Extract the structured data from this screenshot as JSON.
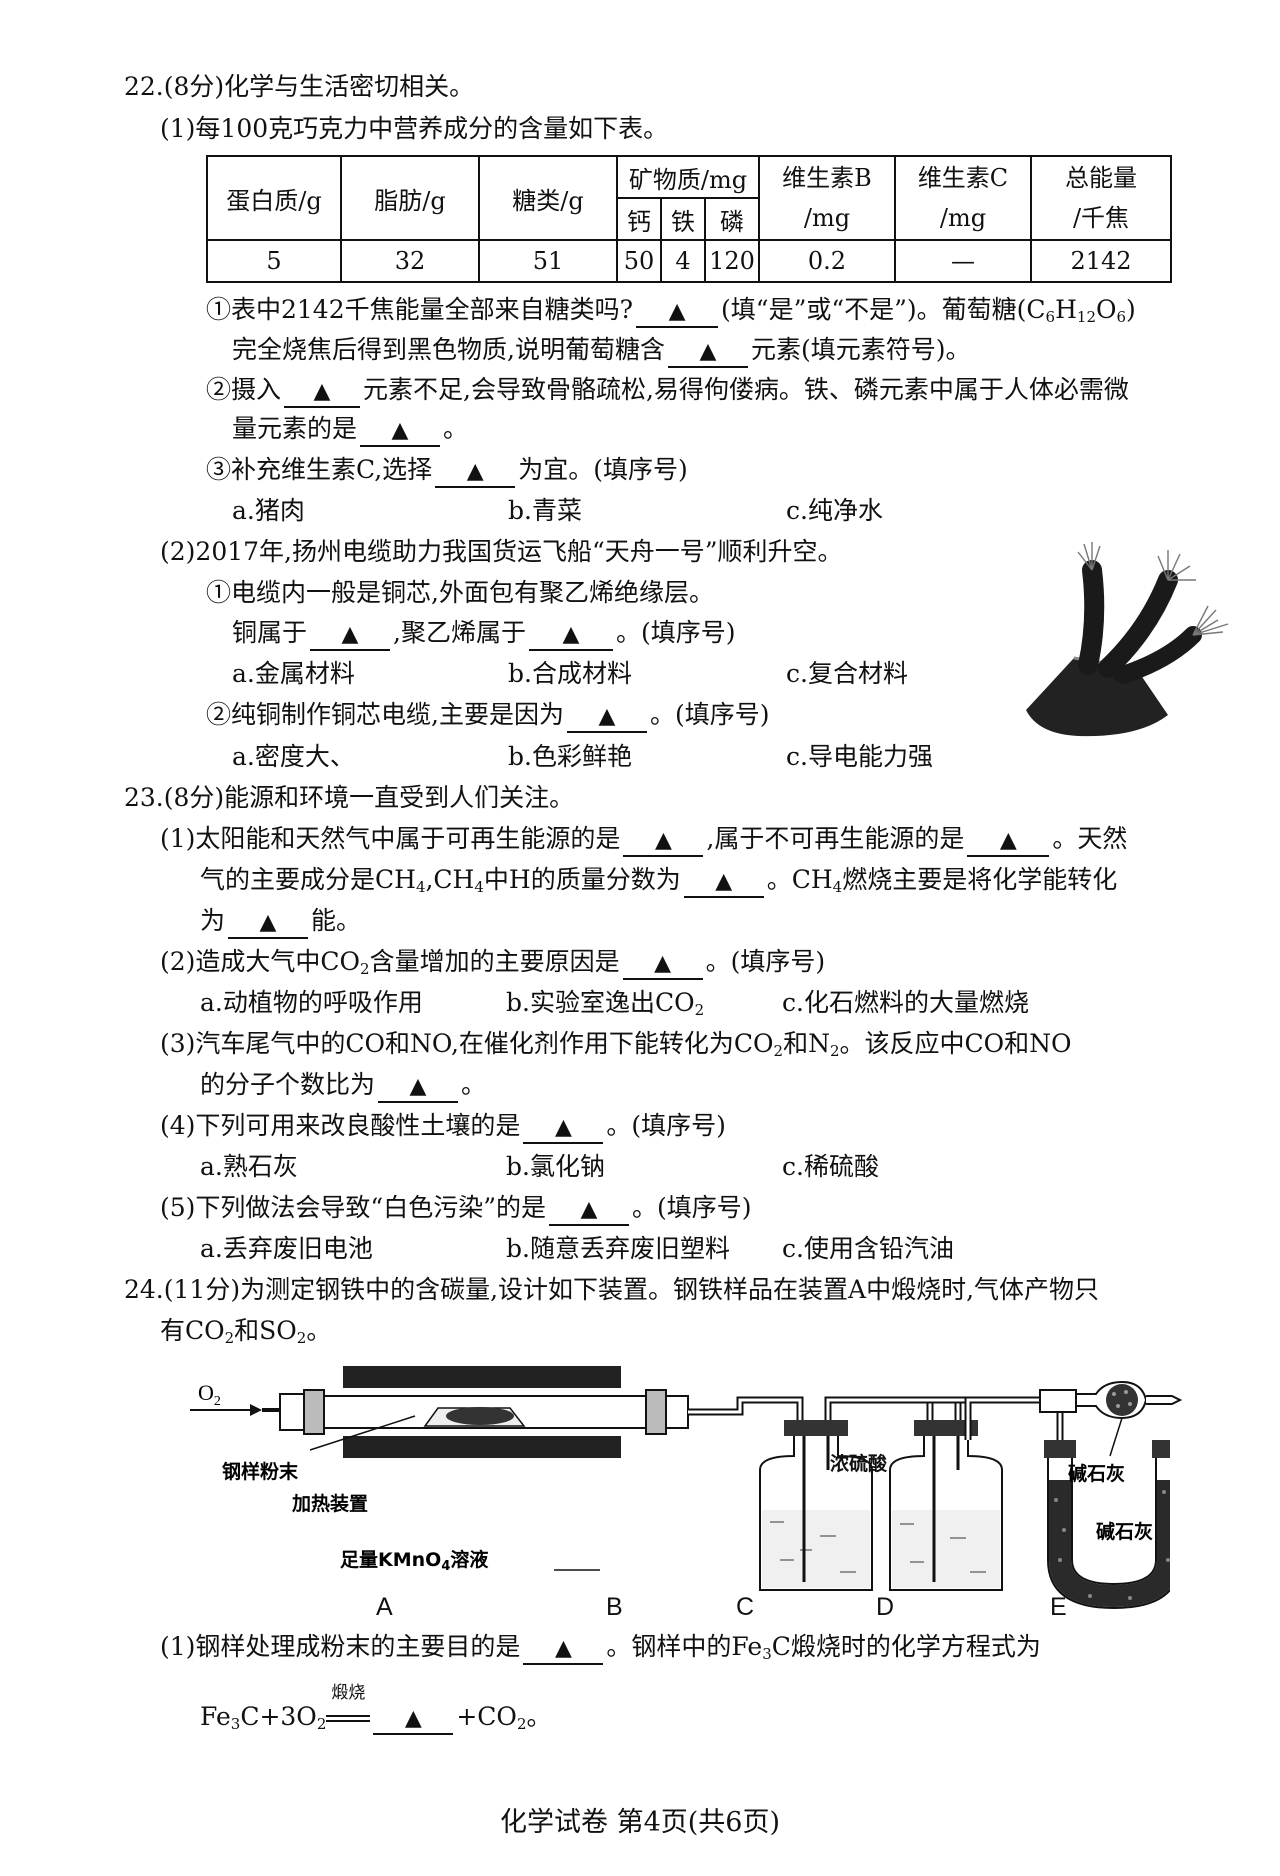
{
  "q22": {
    "header": "22.(8分)化学与生活密切相关。",
    "p1_intro": "(1)每100克巧克力中营养成分的含量如下表。",
    "table": {
      "headers": {
        "protein": "蛋白质/g",
        "fat": "脂肪/g",
        "sugar": "糖类/g",
        "mineral": "矿物质/mg",
        "calcium": "钙",
        "iron": "铁",
        "phosphorus": "磷",
        "vitb_top": "维生素B",
        "vitb_unit": "/mg",
        "vitc_top": "维生素C",
        "vitc_unit": "/mg",
        "energy_top": "总能量",
        "energy_unit": "/千焦"
      },
      "row": [
        "5",
        "32",
        "51",
        "50",
        "4",
        "120",
        "0.2",
        "—",
        "2142"
      ]
    },
    "s1a": "①表中2142千焦能量全部来自糖类吗?",
    "s1b": "(填“是”或“不是”)。葡萄糖(C",
    "s1c": "完全烧焦后得到黑色物质,说明葡萄糖含",
    "s1d": "元素(填元素符号)。",
    "glucose_sub1": "6",
    "glucose_h": "H",
    "glucose_sub2": "12",
    "glucose_o": "O",
    "glucose_sub3": "6",
    "glucose_close": ")",
    "s2a": "②摄入",
    "s2b": "元素不足,会导致骨骼疏松,易得佝偻病。铁、磷元素中属于人体必需微",
    "s2c": "量元素的是",
    "s2d": "。",
    "s3a": "③补充维生素C,选择",
    "s3b": "为宜。(填序号)",
    "s3_opts": [
      "a.猪肉",
      "b.青菜",
      "c.纯净水"
    ],
    "p2_intro": "(2)2017年,扬州电缆助力我国货运飞船“天舟一号”顺利升空。",
    "p2_s1": "①电缆内一般是铜芯,外面包有聚乙烯绝缘层。",
    "p2_s1b_a": "铜属于",
    "p2_s1b_b": ",聚乙烯属于",
    "p2_s1b_c": "。(填序号)",
    "p2_s1_opts": [
      "a.金属材料",
      "b.合成材料",
      "c.复合材料"
    ],
    "p2_s2a": "②纯铜制作铜芯电缆,主要是因为",
    "p2_s2b": "。(填序号)",
    "p2_s2_opts": [
      "a.密度大、",
      "b.色彩鲜艳",
      "c.导电能力强"
    ]
  },
  "q23": {
    "header": "23.(8分)能源和环境一直受到人们关注。",
    "p1a": "(1)太阳能和天然气中属于可再生能源的是",
    "p1b": ",属于不可再生能源的是",
    "p1c": "。天然",
    "p1d": "气的主要成分是CH",
    "p1e": ",CH",
    "p1f": "中H的质量分数为",
    "p1g": "。CH",
    "p1h": "燃烧主要是将化学能转化",
    "ch4_sub": "4",
    "p1i": "为",
    "p1j": "能。",
    "p2a": "(2)造成大气中CO",
    "co2_sub": "2",
    "p2b": "含量增加的主要原因是",
    "p2c": "。(填序号)",
    "p2_opts": [
      "a.动植物的呼吸作用",
      "b.实验室逸出CO",
      "c.化石燃料的大量燃烧"
    ],
    "p3a": "(3)汽车尾气中的CO和NO,在催化剂作用下能转化为CO",
    "p3b": "和N",
    "p3c": "。该反应中CO和NO",
    "p3d": "的分子个数比为",
    "p3e": "。",
    "p4a": "(4)下列可用来改良酸性土壤的是",
    "p4b": "。(填序号)",
    "p4_opts": [
      "a.熟石灰",
      "b.氯化钠",
      "c.稀硫酸"
    ],
    "p5a": "(5)下列做法会导致“白色污染”的是",
    "p5b": "。(填序号)",
    "p5_opts": [
      "a.丢弃废旧电池",
      "b.随意丢弃废旧塑料",
      "c.使用含铅汽油"
    ]
  },
  "q24": {
    "header_a": "24.(11分)为测定钢铁中的含碳量,设计如下装置。钢铁样品在装置A中煅烧时,气体产物只",
    "header_b": "有CO",
    "header_c": "和SO",
    "header_d": "。",
    "diagram": {
      "o2": "O",
      "o2_sub": "2",
      "sample": "钢样粉末",
      "heater": "加热装置",
      "kmno4": "足量KMnO",
      "kmno4_sub": "4",
      "kmno4_tail": "溶液",
      "h2so4": "浓硫酸",
      "sodalime1": "碱石灰",
      "sodalime2": "碱石灰",
      "letters": [
        "A",
        "B",
        "C",
        "D",
        "E"
      ]
    },
    "p1a": "(1)钢样处理成粉末的主要目的是",
    "p1b": "。钢样中的Fe",
    "fe3_sub": "3",
    "p1c": "C煅烧时的化学方程式为",
    "eq_a": "Fe",
    "eq_b": "C+3O",
    "eq_cond": "煅烧",
    "eq_c": "+CO",
    "eq_d": "。"
  },
  "footer": "化学试卷  第4页(共6页)"
}
